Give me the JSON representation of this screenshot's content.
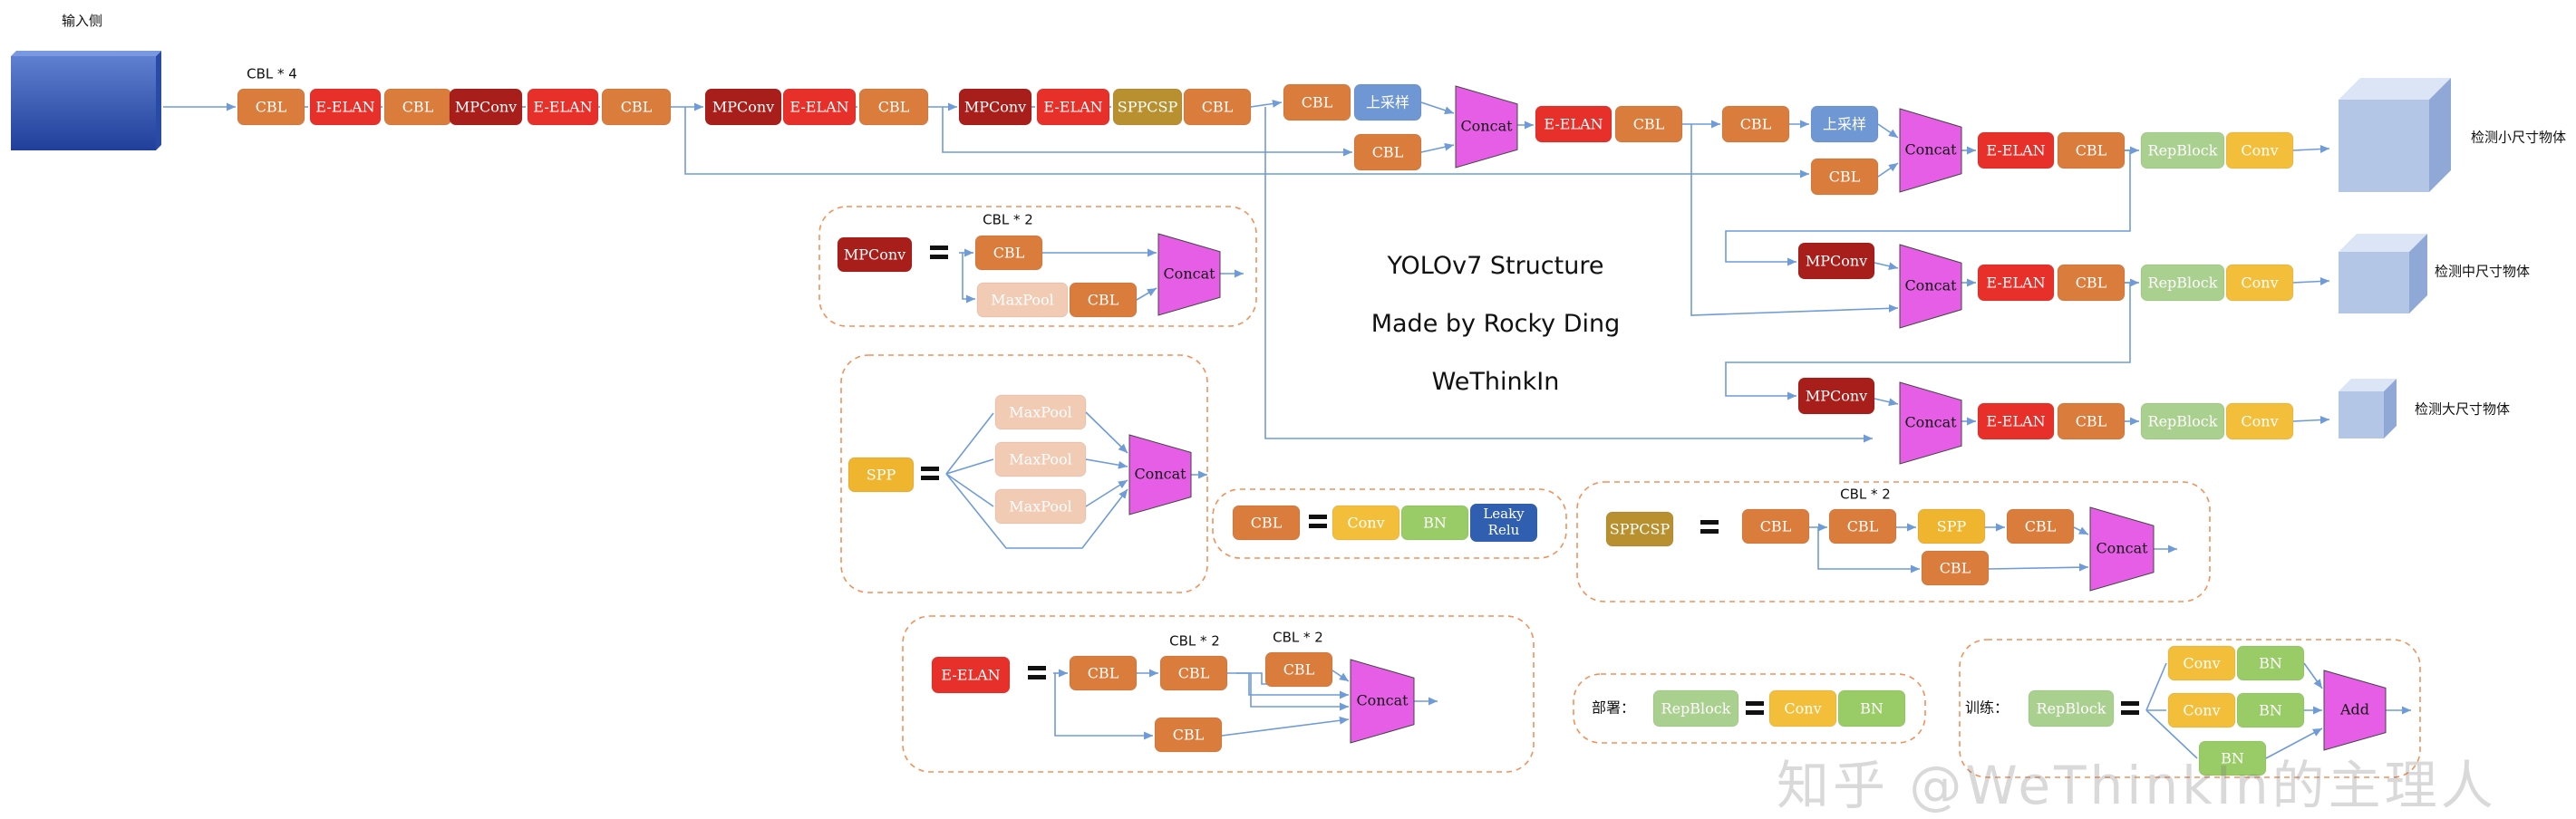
{
  "input_label": "输入侧",
  "title": {
    "line1": "YOLOv7 Structure",
    "line2": "Made by Rocky Ding",
    "line3": "WeThinkIn"
  },
  "outputs": {
    "small": "检测小尺寸物体",
    "medium": "检测中尺寸物体",
    "large": "检测大尺寸物体"
  },
  "multipliers": {
    "cbl4": "CBL * 4",
    "cbl2": "CBL * 2"
  },
  "labels": {
    "cbl": "CBL",
    "elan": "E-ELAN",
    "mpconv": "MPConv",
    "sppcsp": "SPPCSP",
    "upsample": "上采样",
    "concat": "Concat",
    "repblock": "RepBlock",
    "conv": "Conv",
    "maxpool": "MaxPool",
    "spp": "SPP",
    "bn": "BN",
    "leaky1": "Leaky",
    "leaky2": "Relu",
    "add": "Add",
    "deploy": "部署：",
    "train": "训练："
  },
  "watermark": "知乎 @WeThinkIn的主理人",
  "colors": {
    "cbl": "#d97c3c",
    "elan": "#e8302a",
    "mpconv": "#a81e1a",
    "sppcsp": "#b8902f",
    "upsample": "#6f97d4",
    "concat": "#e65ee6",
    "repblock": "#a9d08e",
    "conv": "#f3bf3a",
    "maxpool": "#f2cbb4",
    "bn": "#99cc66",
    "leaky": "#2f5fae",
    "spp": "#f0b52e",
    "arrow": "#6f9bd8",
    "dashed": "#f0915a"
  }
}
